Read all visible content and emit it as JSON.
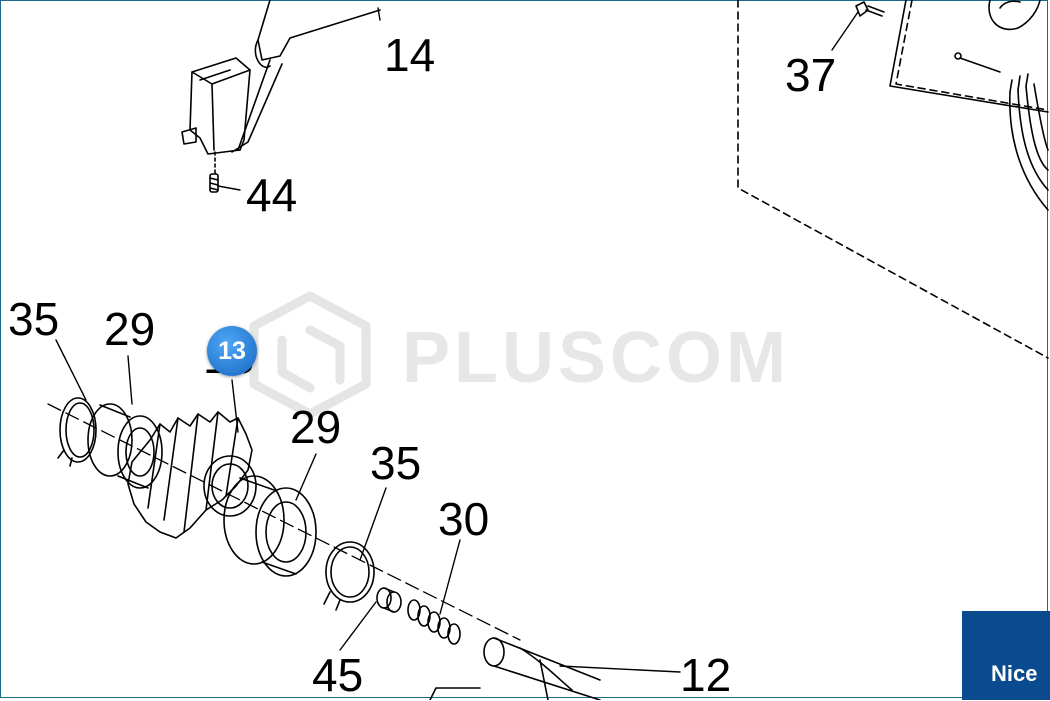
{
  "diagram": {
    "part_labels": [
      "14",
      "37",
      "44",
      "35",
      "29",
      "13",
      "29",
      "35",
      "30",
      "45",
      "12"
    ],
    "highlight_badge": "13",
    "watermark": "PLUSCOM",
    "brand_label": "Nice"
  },
  "colors": {
    "line": "#000000",
    "badge": "#1e88e5",
    "brand_bg": "#0a4a8f",
    "watermark": "#e7e7e7",
    "frame": "#1a6a8a"
  }
}
